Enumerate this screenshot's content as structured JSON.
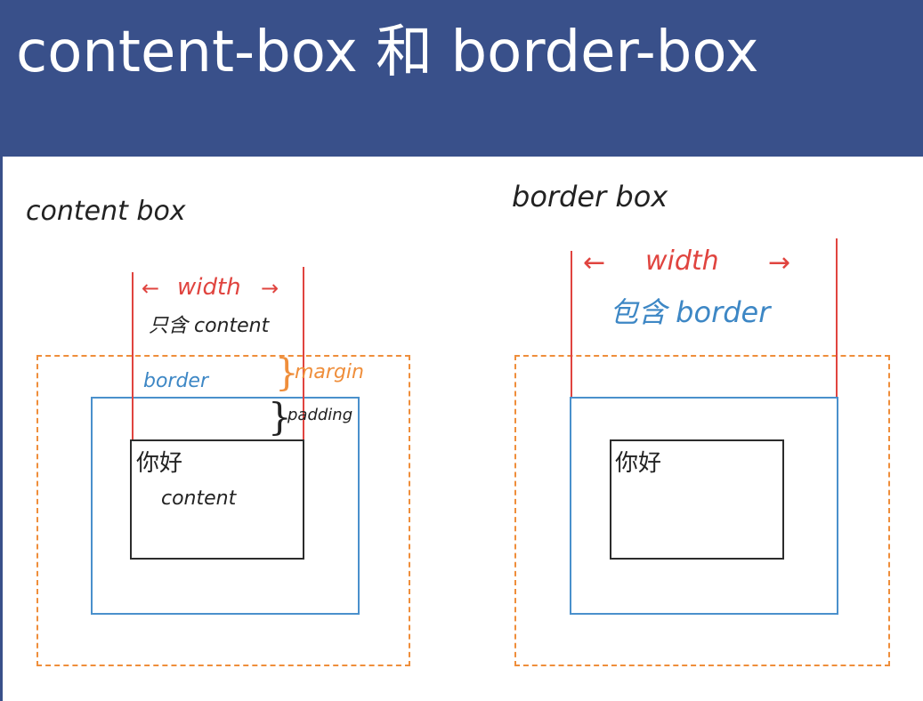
{
  "title": "content-box 和 border-box",
  "left_diagram": {
    "heading": "content box",
    "width_label": "width",
    "width_arrow_left": "←",
    "width_arrow_right": "→",
    "width_note": "只含 content",
    "border_label": "border",
    "margin_label": "margin",
    "padding_label": "padding",
    "content_text": "你好",
    "content_label": "content"
  },
  "right_diagram": {
    "heading": "border box",
    "width_label": "width",
    "width_arrow_left": "←",
    "width_arrow_right": "→",
    "width_note": "包含 border",
    "content_text": "你好"
  },
  "colors": {
    "header_bg": "#39508a",
    "width_red": "#e0443f",
    "border_blue": "#4a90cc",
    "margin_orange": "#ef8e3b",
    "content_black": "#2c2c2c"
  }
}
